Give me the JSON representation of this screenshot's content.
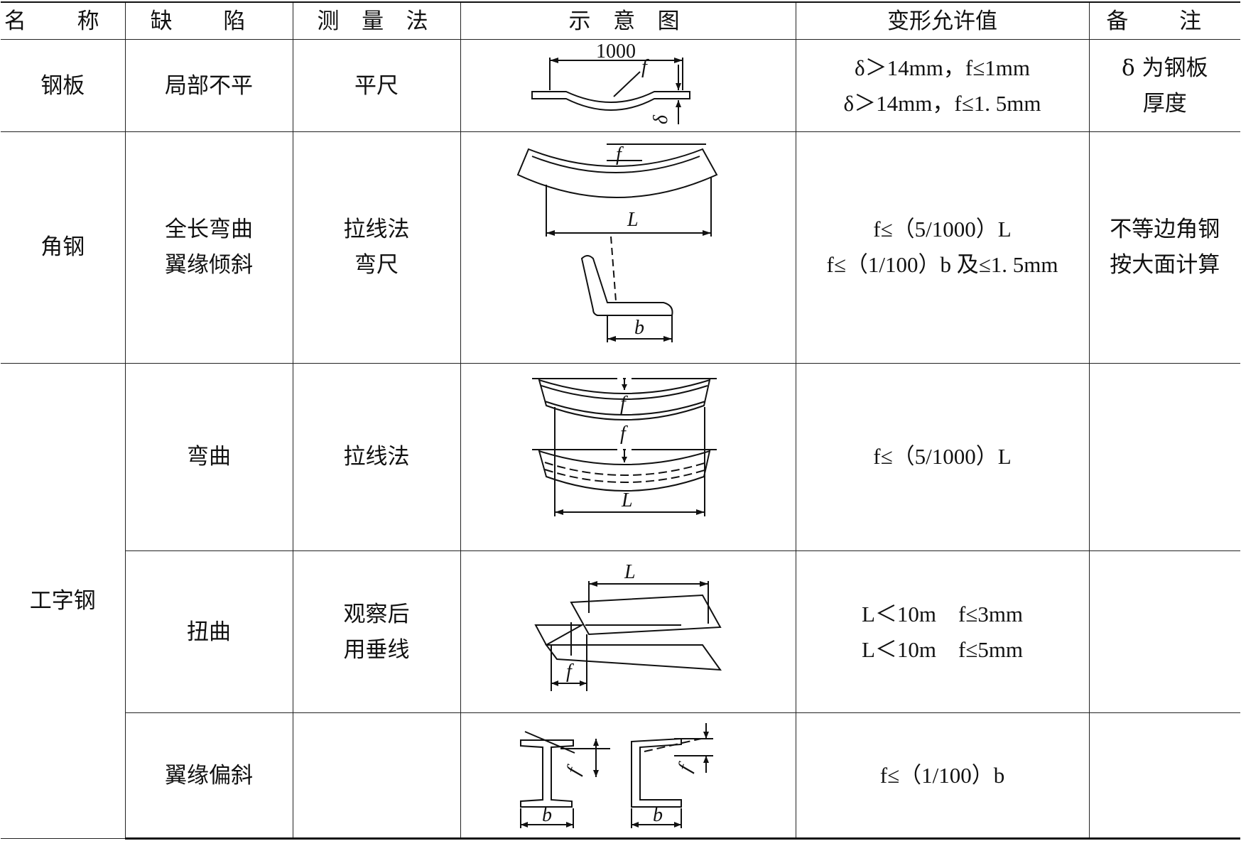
{
  "headers": [
    "名 称",
    "缺 陷",
    "测 量 法",
    "示 意 图",
    "变形允许值",
    "备 注"
  ],
  "rows": [
    {
      "name": "钢板",
      "defect": [
        "局部不平"
      ],
      "method": [
        "平尺"
      ],
      "diagram": {
        "icon": "plate-local-unevenness-diagram",
        "labels": {
          "span": "1000",
          "deflection": "f",
          "thickness": "δ"
        }
      },
      "allowance": [
        "δ＞14mm，f≤1mm",
        "δ＞14mm，f≤1. 5mm"
      ],
      "note": [
        "δ 为钢板",
        "厚度"
      ]
    },
    {
      "name": "角钢",
      "defect": [
        "全长弯曲",
        "翼缘倾斜"
      ],
      "method": [
        "拉线法",
        "弯尺"
      ],
      "diagram": {
        "icon": "angle-bending-diagram",
        "labels": {
          "deflection": "f",
          "length": "L",
          "width": "b"
        }
      },
      "allowance": [
        "f≤（5/1000）L",
        "f≤（1/100）b 及≤1. 5mm"
      ],
      "note": [
        "不等边角钢",
        "按大面计算"
      ]
    },
    {
      "name": "工字钢",
      "defect": [
        "弯曲"
      ],
      "method": [
        "拉线法"
      ],
      "diagram": {
        "icon": "ibeam-bending-diagram",
        "labels": {
          "deflection_top": "f",
          "deflection_bottom": "f",
          "length": "L"
        }
      },
      "allowance": [
        "f≤（5/1000）L"
      ],
      "note": []
    },
    {
      "defect": [
        "扭曲"
      ],
      "method": [
        "观察后",
        "用垂线"
      ],
      "diagram": {
        "icon": "ibeam-twist-diagram",
        "labels": {
          "length": "L",
          "deflection": "f"
        }
      },
      "allowance": [
        "L＜10m　f≤3mm",
        "L＜10m　f≤5mm"
      ],
      "note": []
    },
    {
      "defect": [
        "翼缘偏斜"
      ],
      "method": [],
      "diagram": {
        "icon": "flange-skew-diagram",
        "labels": {
          "deflection_i": "f",
          "width_i": "b",
          "deflection_c": "f",
          "width_c": "b"
        }
      },
      "allowance": [
        "f≤（1/100）b"
      ],
      "note": []
    }
  ]
}
